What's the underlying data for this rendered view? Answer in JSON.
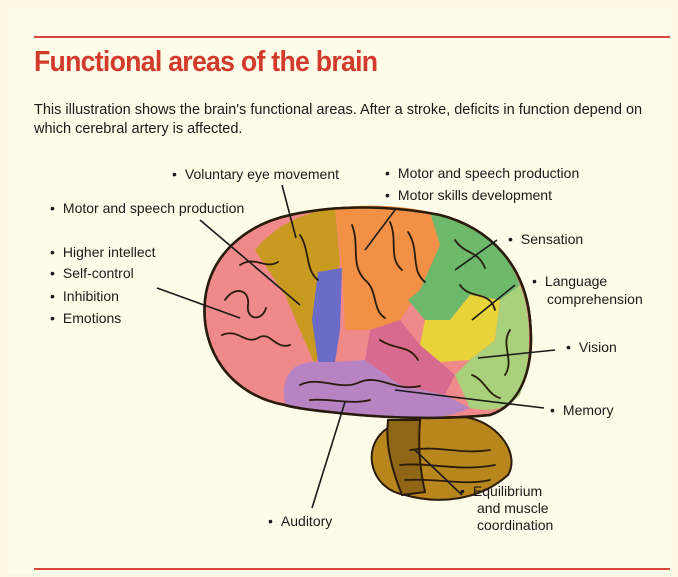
{
  "title": "Functional areas of the brain",
  "intro": "This illustration shows the brain's functional areas. After a stroke, deficits in function depend on which cerebral artery is affected.",
  "bullet": "•",
  "labels": {
    "voluntary_eye": "Voluntary eye movement",
    "motor_speech_left": "Motor and speech production",
    "motor_speech_top": "Motor and speech production",
    "motor_skills": "Motor skills development",
    "higher_intellect": "Higher intellect",
    "self_control": "Self-control",
    "inhibition": "Inhibition",
    "emotions": "Emotions",
    "sensation": "Sensation",
    "language_1": "Language",
    "language_2": "comprehension",
    "vision": "Vision",
    "memory": "Memory",
    "auditory": "Auditory",
    "equilibrium_1": "Equilibrium",
    "equilibrium_2": "and muscle",
    "equilibrium_3": "coordination"
  },
  "colors": {
    "title": "#d23a2c",
    "rule": "#d9453a",
    "prefrontal": "#f08a8a",
    "premotor": "#c89a1f",
    "eye_field": "#6a6cc8",
    "motor": "#f29046",
    "sensory": "#6db86a",
    "language": "#e8d43a",
    "vision": "#a9d07a",
    "temporal": "#b783c2",
    "memory": "#d96a8f",
    "cerebellum": "#b8861c"
  }
}
